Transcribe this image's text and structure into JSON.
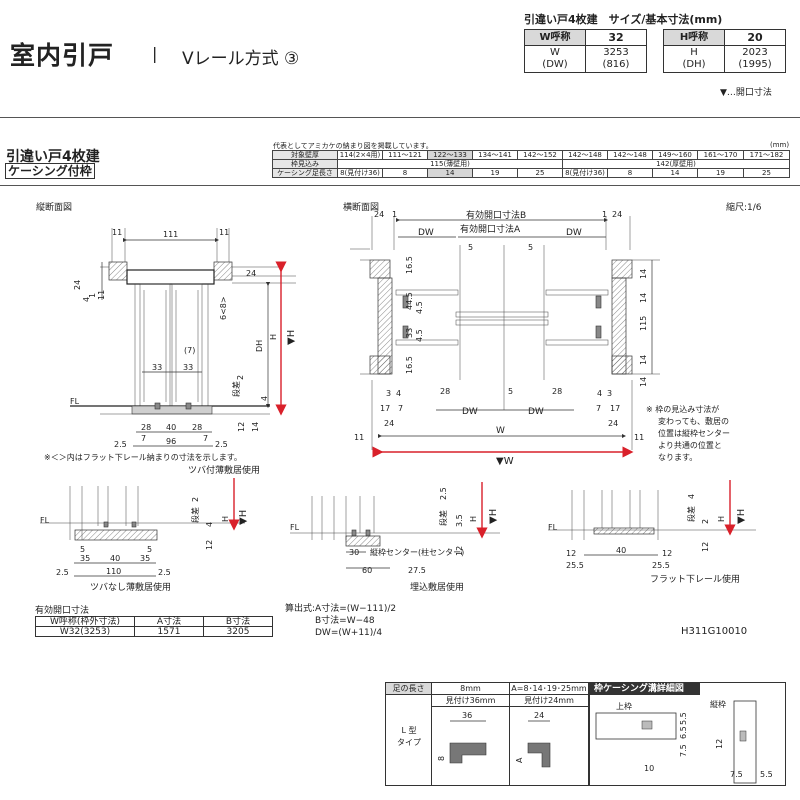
{
  "header": {
    "title": "室内引戸",
    "separator": "|",
    "subtitle": "Vレール方式 ③",
    "spec_title": "引違い戸4枚建　サイズ/基本寸法(mm)",
    "spec": [
      {
        "label": "W呼称",
        "value": "32",
        "label2": "H呼称",
        "value2": "20"
      },
      {
        "label": "W\n(DW)",
        "value": "3253\n(816)",
        "label2": "H\n(DH)",
        "value2": "2023\n(1995)"
      }
    ],
    "w_label1": "W",
    "w_label2": "(DW)",
    "w_value1": "3253",
    "w_value2": "(816)",
    "h_label1": "H",
    "h_label2": "(DH)",
    "h_value1": "2023",
    "h_value2": "(1995)",
    "opening_note": "▼…開口寸法"
  },
  "section": {
    "title": "引違い戸4枚建",
    "subtitle": "ケーシング付枠",
    "casing_note": "代表としてアミカケの納まり図を掲載しています。",
    "unit": "(mm)",
    "rows": [
      {
        "label": "対象壁厚",
        "cells": [
          "114(2×4用)",
          "111〜121",
          "122〜133",
          "134〜141",
          "142〜152",
          "142〜148",
          "142〜148",
          "149〜160",
          "161〜170",
          "171〜182"
        ]
      },
      {
        "label": "枠見込み",
        "cells": [
          "115(薄壁用)",
          "142(厚壁用)"
        ]
      },
      {
        "label": "ケーシング足長さ",
        "cells": [
          "8(見付け36)",
          "8",
          "14",
          "19",
          "25",
          "8(見付け36)",
          "8",
          "14",
          "19",
          "25"
        ]
      }
    ]
  },
  "labels": {
    "vertical_section": "縦断面図",
    "horizontal_section": "横断面図",
    "scale": "縮尺:1/6",
    "effective_b": "有効開口寸法B",
    "effective_a": "有効開口寸法A",
    "dw": "DW",
    "w": "W",
    "w_open": "▼W",
    "h": "H",
    "h_open": "▼H",
    "dh": "DH",
    "fl": "FL",
    "step": "段差",
    "flat_note": "※＜＞内はフラット下レール納まりの寸法を示します。",
    "frame_note": [
      "※ 枠の見込み寸法が",
      "変わっても、敷居の",
      "位置は縦枠センター",
      "より共通の位置と",
      "なります。"
    ],
    "tsuba_thin": "ツバ付薄敷居使用",
    "tsuba_none": "ツバなし薄敷居使用",
    "embedded": "埋込敷居使用",
    "center_frame": "縦枠センター(柱センター)",
    "flat_rail": "フラット下レール使用",
    "code": "H311G10010"
  },
  "dims": {
    "d11": "11",
    "d111": "111",
    "d24": "24",
    "d4": "4",
    "d1": "1",
    "d6_8": "6<8>",
    "d7p": "(7)",
    "d33": "33",
    "d2": "2",
    "d12": "12",
    "d14": "14",
    "d28": "28",
    "d40": "40",
    "d7": "7",
    "d25": "2.5",
    "d96": "96",
    "d165": "16.5",
    "d445": "44.5",
    "d45": "4.5",
    "d115": "115",
    "d3": "3",
    "d5": "5",
    "d17": "17",
    "d35": "35",
    "d110": "110",
    "d30": "30",
    "d60": "60",
    "d275": "27.5",
    "d35b": "3.5",
    "d255": "25.5",
    "d65": "6.5",
    "d55": "5.5",
    "d75": "7.5",
    "d10": "10"
  },
  "effective": {
    "title": "有効開口寸法",
    "headers": [
      "W呼称(枠外寸法)",
      "A寸法",
      "B寸法"
    ],
    "row": [
      "W32(3253)",
      "1571",
      "3205"
    ]
  },
  "formula": {
    "lines": [
      "算出式:A寸法=(W−111)/2",
      "B寸法=W−48",
      "DW=(W+11)/4"
    ]
  },
  "leg": {
    "col_header": "足の長さ",
    "h1": "8mm",
    "h2": "A=8･14･19･25mm",
    "sub1": "見付け36mm",
    "sub2": "見付け24mm",
    "type_label": "L 型\nタイプ",
    "v36": "36",
    "v24": "24",
    "v8": "8",
    "vA": "A",
    "detail_title": "枠ケーシング溝詳細図",
    "upper": "上枠",
    "vertical": "縦枠"
  }
}
